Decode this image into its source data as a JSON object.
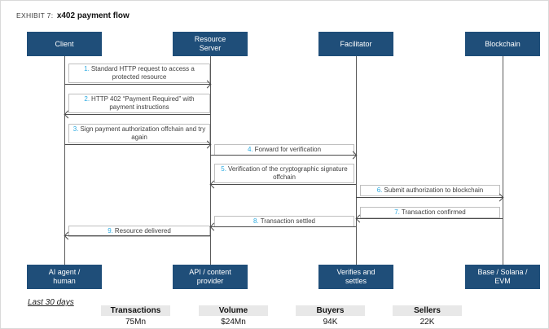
{
  "frame": {
    "title_prefix": "EXHIBIT 7:",
    "title": "x402 payment flow"
  },
  "actors": [
    {
      "id": "client",
      "lines": [
        "Client",
        ""
      ],
      "role_lines": [
        "AI agent /",
        "human"
      ]
    },
    {
      "id": "resource-server",
      "lines": [
        "Resource",
        "Server"
      ],
      "role_lines": [
        "API / content",
        "provider"
      ]
    },
    {
      "id": "facilitator",
      "lines": [
        "Facilitator",
        ""
      ],
      "role_lines": [
        "Verifies and",
        "settles"
      ]
    },
    {
      "id": "blockchain",
      "lines": [
        "Blockchain",
        ""
      ],
      "role_lines": [
        "Base / Solana /",
        "EVM"
      ]
    }
  ],
  "messages": [
    {
      "num": "1.",
      "text": "Standard HTTP request to access a protected resource",
      "from": "Client",
      "to": "Resource Server",
      "direction": "right"
    },
    {
      "num": "2.",
      "text": "HTTP 402 “Payment Required” with payment instructions",
      "from": "Resource Server",
      "to": "Client",
      "direction": "left"
    },
    {
      "num": "3.",
      "text": "Sign payment authorization offchain and try again",
      "from": "Client",
      "to": "Resource Server",
      "direction": "right"
    },
    {
      "num": "4.",
      "text": "Forward for verification",
      "from": "Resource Server",
      "to": "Facilitator",
      "direction": "right"
    },
    {
      "num": "5.",
      "text": "Verification of the cryptographic signature offchain",
      "from": "Facilitator",
      "to": "Resource Server",
      "direction": "left"
    },
    {
      "num": "6.",
      "text": "Submit authorization to blockchain",
      "from": "Facilitator",
      "to": "Blockchain",
      "direction": "right"
    },
    {
      "num": "7.",
      "text": "Transaction confirmed",
      "from": "Blockchain",
      "to": "Facilitator",
      "direction": "left"
    },
    {
      "num": "8.",
      "text": "Transaction settled",
      "from": "Facilitator",
      "to": "Resource Server",
      "direction": "left"
    },
    {
      "num": "9.",
      "text": "Resource delivered",
      "from": "Resource Server",
      "to": "Client",
      "direction": "left"
    }
  ],
  "stats": {
    "period": "Last 30 days",
    "items": [
      {
        "label": "Transactions",
        "value": "75Mn"
      },
      {
        "label": "Volume",
        "value": "$24Mn"
      },
      {
        "label": "Buyers",
        "value": "94K"
      },
      {
        "label": "Sellers",
        "value": "22K"
      }
    ]
  },
  "colors": {
    "actor_fill": "#1F4E79",
    "number": "#29A9E0",
    "border": "#BFBFBF",
    "line": "#4A4A4A",
    "stat_label_bg": "#E8E8E8"
  }
}
